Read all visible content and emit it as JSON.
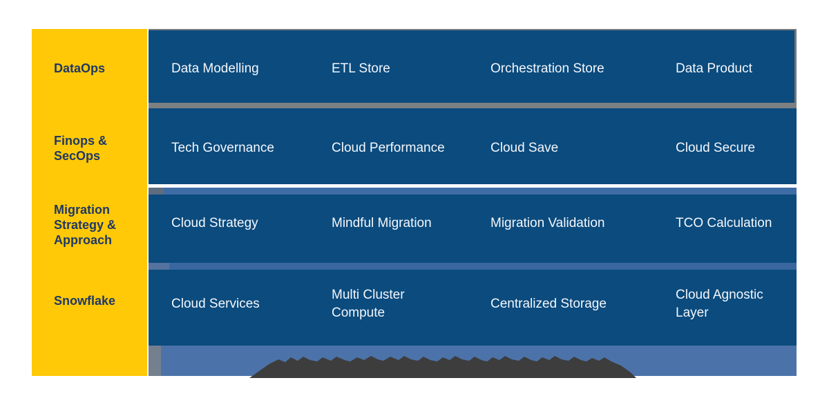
{
  "palette": {
    "rail_yellow": "#FFC907",
    "row_blue": "#0B4B7E",
    "rail_text_navy": "#1F3864",
    "row_text": "#F4F7FB",
    "separator_gray": "#7D8082",
    "separator_white": "#FFFFFF",
    "separator_light_blue": "#3E6CA4",
    "footer_band_blue": "#4C73A9",
    "cropped_caption_gray": "#3D3D3D"
  },
  "sidebar": {
    "items": [
      {
        "lines": [
          "DataOps"
        ]
      },
      {
        "lines": [
          "Finops &",
          "SecOps"
        ]
      },
      {
        "lines": [
          "Migration",
          "Strategy &",
          "Approach"
        ]
      },
      {
        "lines": [
          "Snowflake"
        ]
      }
    ]
  },
  "matrix": {
    "rows": [
      {
        "cells": [
          {
            "lines": [
              "Data Modelling"
            ]
          },
          {
            "lines": [
              "ETL Store"
            ]
          },
          {
            "lines": [
              "Orchestration Store"
            ]
          },
          {
            "lines": [
              "Data Product"
            ]
          }
        ]
      },
      {
        "cells": [
          {
            "lines": [
              "Tech Governance"
            ]
          },
          {
            "lines": [
              "Cloud Performance"
            ]
          },
          {
            "lines": [
              "Cloud Save"
            ]
          },
          {
            "lines": [
              "Cloud Secure"
            ]
          }
        ]
      },
      {
        "cells": [
          {
            "lines": [
              "Cloud Strategy"
            ]
          },
          {
            "lines": [
              "Mindful Migration"
            ]
          },
          {
            "lines": [
              "Migration Validation"
            ]
          },
          {
            "lines": [
              "TCO Calculation"
            ]
          }
        ]
      },
      {
        "cells": [
          {
            "lines": [
              "Cloud Services"
            ]
          },
          {
            "lines": [
              "Multi Cluster",
              "Compute"
            ]
          },
          {
            "lines": [
              "Centralized Storage"
            ]
          },
          {
            "lines": [
              "Cloud Agnostic",
              "Layer"
            ]
          }
        ]
      }
    ]
  }
}
